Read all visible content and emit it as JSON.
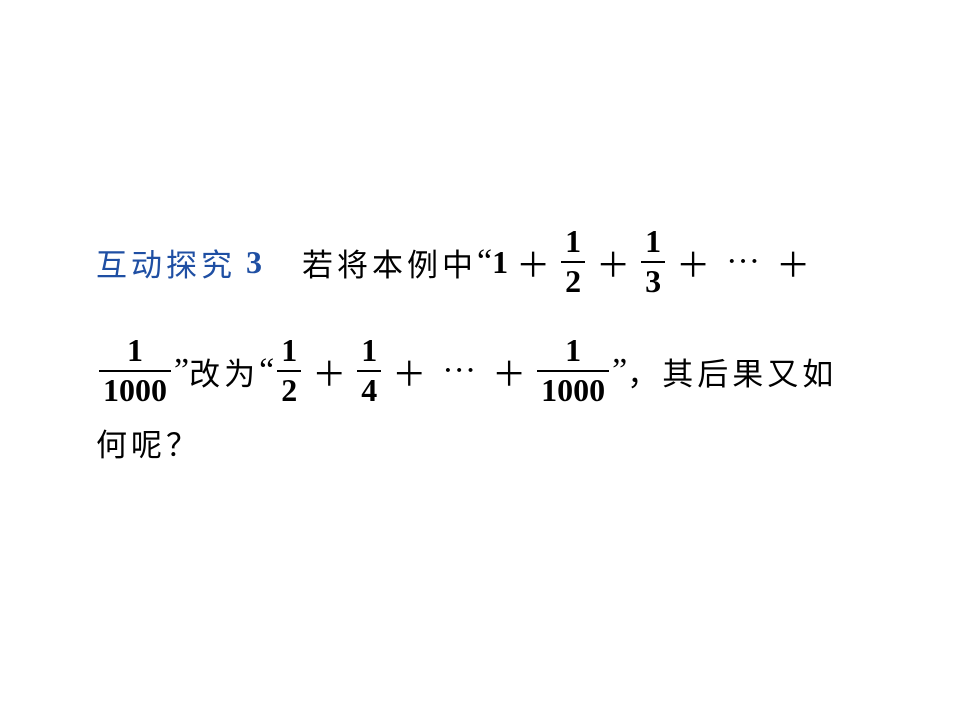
{
  "header": {
    "label": "互动探究",
    "number": "3"
  },
  "line1": {
    "lead_text": "若将本例中",
    "open_quote": "“",
    "one": "1",
    "plus": "＋",
    "frac_a": {
      "num": "1",
      "den": "2"
    },
    "frac_b": {
      "num": "1",
      "den": "3"
    },
    "ellipsis": "···"
  },
  "line2": {
    "frac_end": {
      "num": "1",
      "den": "1000"
    },
    "close_quote": "”",
    "change_text": "改为",
    "open_quote": "“",
    "frac_c": {
      "num": "1",
      "den": "2"
    },
    "frac_d": {
      "num": "1",
      "den": "4"
    },
    "plus": "＋",
    "ellipsis": "···",
    "frac_e": {
      "num": "1",
      "den": "1000"
    },
    "tail_text": "，其后果又如"
  },
  "line3": {
    "text": "何呢？"
  },
  "colors": {
    "accent": "#1f4fa3",
    "text": "#000000"
  }
}
